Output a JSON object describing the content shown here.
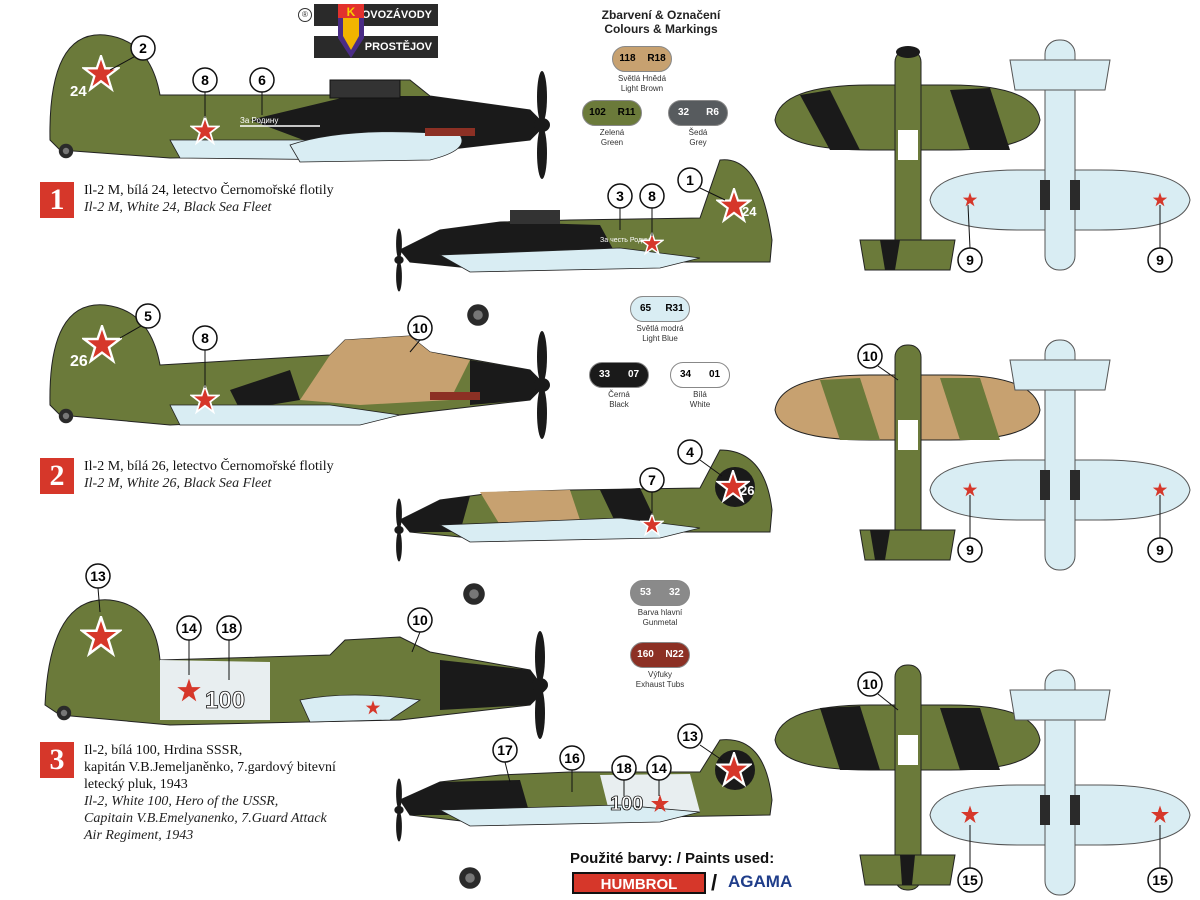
{
  "logo": {
    "line1": "KOVOZÁVODY",
    "line2": "PROSTĚJOV",
    "mark": "K",
    "reg": "®"
  },
  "colours": {
    "title_cz": "Zbarvení & Označení",
    "title_en": "Colours & Markings",
    "swatches": [
      {
        "left_code": "118",
        "right_code": "R18",
        "name_cz": "Světlá Hnědá",
        "name_en": "Light Brown",
        "color": "#c7a170"
      },
      {
        "left_code": "102",
        "right_code": "R11",
        "name_cz": "Zelená",
        "name_en": "Green",
        "color": "#6b7a3a"
      },
      {
        "left_code": "32",
        "right_code": "R6",
        "name_cz": "Šedá",
        "name_en": "Grey",
        "color": "#575b5e"
      },
      {
        "left_code": "65",
        "right_code": "R31",
        "name_cz": "Světlá modrá",
        "name_en": "Light Blue",
        "color": "#d9edf3"
      },
      {
        "left_code": "33",
        "right_code": "07",
        "name_cz": "Černá",
        "name_en": "Black",
        "color": "#1a1a1a"
      },
      {
        "left_code": "34",
        "right_code": "01",
        "name_cz": "Bílá",
        "name_en": "White",
        "color": "#ffffff"
      },
      {
        "left_code": "53",
        "right_code": "32",
        "name_cz": "Barva hlavní",
        "name_en": "Gunmetal",
        "color": "#8a8a8a"
      },
      {
        "left_code": "160",
        "right_code": "N22",
        "name_cz": "Výfuky",
        "name_en": "Exhaust Tubs",
        "color": "#8c3024"
      }
    ]
  },
  "variants": [
    {
      "number": "1",
      "cz": "Il-2 M, bílá 24, letectvo Černomořské flotily",
      "en": "Il-2 M, White 24, Black Sea Fleet"
    },
    {
      "number": "2",
      "cz": "Il-2 M, bílá 26, letectvo Černomořské flotily",
      "en": "Il-2 M, White 26, Black Sea Fleet"
    },
    {
      "number": "3",
      "cz_lines": [
        "Il-2, bílá 100, Hrdina SSSR,",
        "kapitán V.B.Jemeljaněnko, 7.gardový bitevní",
        "letecký pluk, 1943"
      ],
      "en_lines": [
        "Il-2, White 100, Hero of the USSR,",
        "Capitain V.B.Emelyanenko, 7.Guard Attack",
        "Air Regiment, 1943"
      ]
    }
  ],
  "aircraft_labels": {
    "a1_tail": "24",
    "a2_tail": "26",
    "a3_fuse": "100",
    "slogan1": "За Родину",
    "slogan2": "За честь Родины"
  },
  "callouts": [
    "1",
    "2",
    "3",
    "4",
    "5",
    "6",
    "7",
    "8",
    "9",
    "10",
    "13",
    "14",
    "15",
    "16",
    "17",
    "18"
  ],
  "paints": {
    "label": "Použité barvy: / Paints used:",
    "humbrol": "HUMBROL",
    "slash": "/",
    "agama": "AGAMA"
  },
  "palette": {
    "green": "#6b7a3a",
    "black": "#1a1a1a",
    "brown": "#c7a170",
    "blue": "#d9edf3",
    "grey": "#575b5e",
    "red": "#d6372a",
    "exhaust": "#8c3024"
  }
}
